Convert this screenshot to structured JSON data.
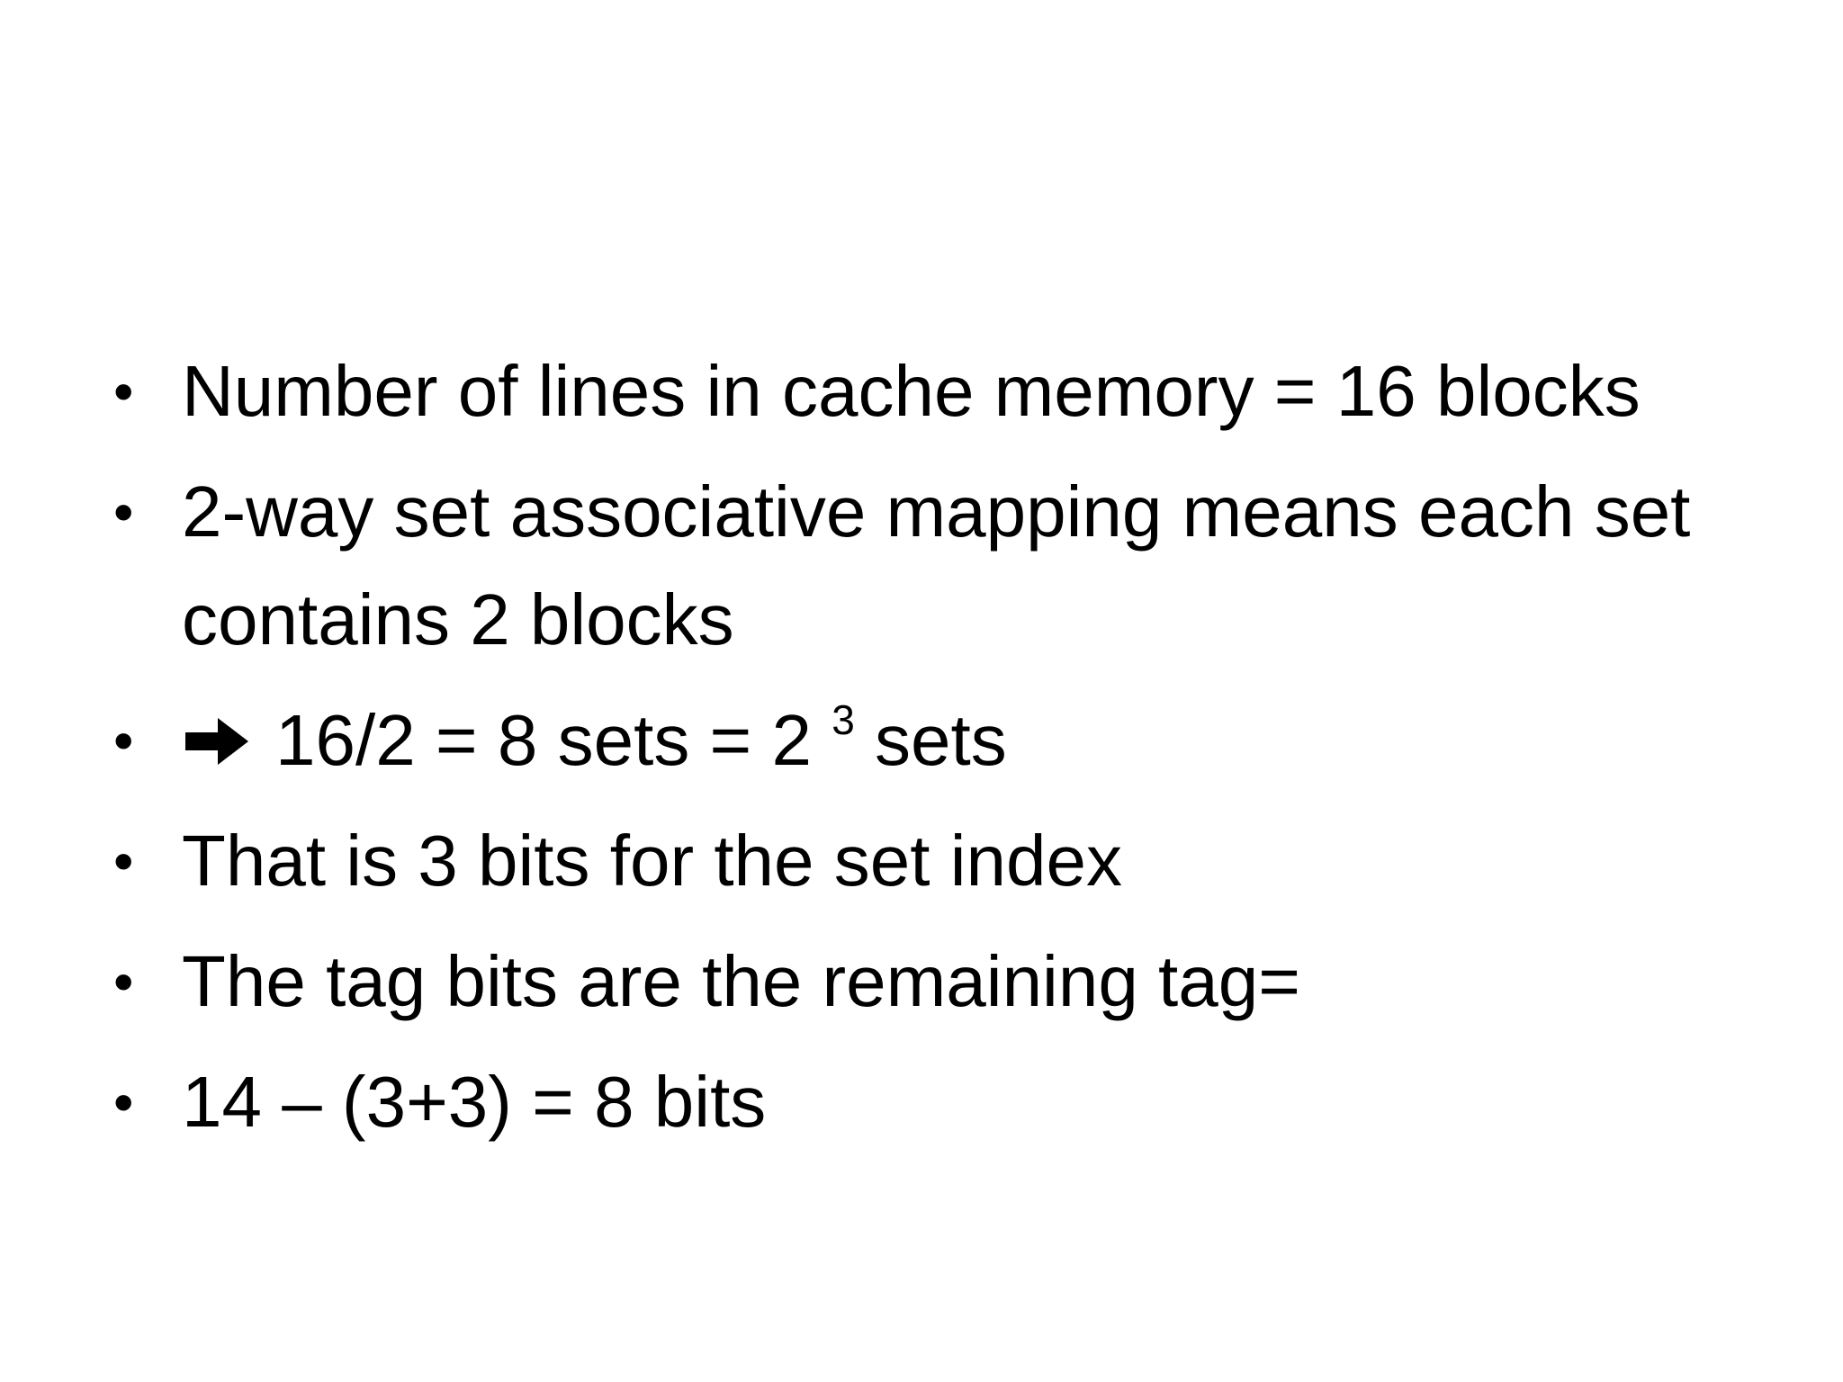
{
  "slide": {
    "bullets": [
      {
        "text": "Number of lines in cache memory = 16 blocks"
      },
      {
        "text": "2-way set associative mapping means each set contains 2 blocks"
      },
      {
        "icon": "right-arrow-icon",
        "pre": "16/2 = 8 sets = 2 ",
        "sup": "3",
        "post": " sets"
      },
      {
        "text": "That is 3 bits for the set index"
      },
      {
        "text": "The tag bits are the remaining tag="
      },
      {
        "text": "14 – (3+3) = 8 bits"
      }
    ],
    "bullet_symbol": "•"
  }
}
